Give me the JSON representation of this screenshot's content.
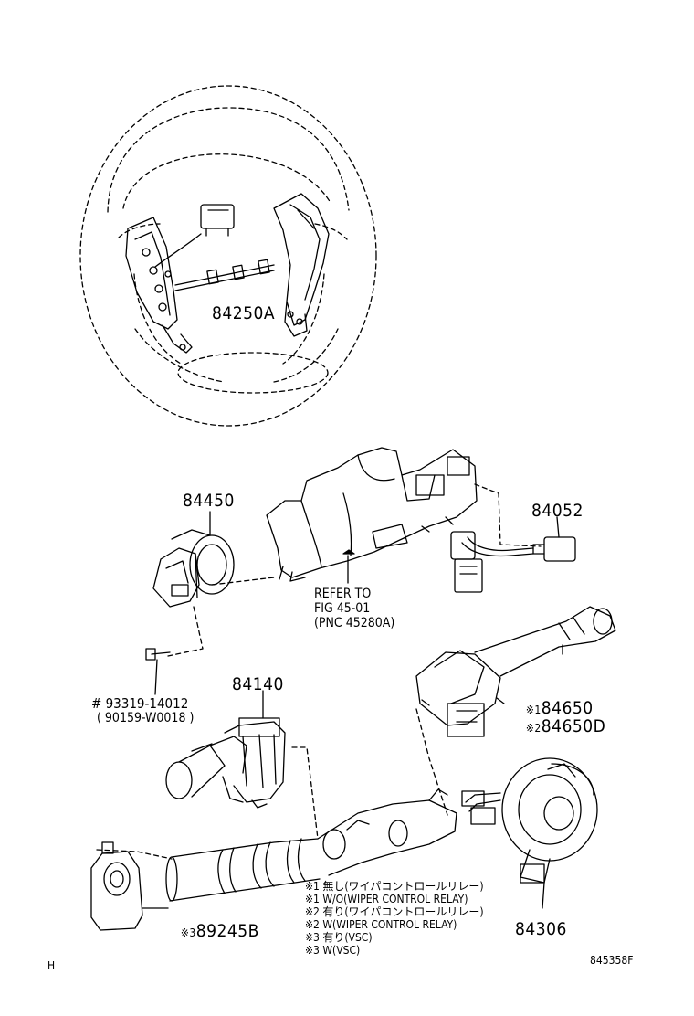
{
  "parts": {
    "wheel_switch": "84250A",
    "ignition": "84450",
    "connector": "84052",
    "combo_switch": "84140",
    "wiper_switch_1": "84650",
    "wiper_switch_2": "84650D",
    "spiral_cable": "84306",
    "steering_sensor": "89245B"
  },
  "markers": {
    "wiper_1": "※1",
    "wiper_2": "※2",
    "sensor": "※3"
  },
  "screw": {
    "line1": "# 93319-14012",
    "line2": "( 90159-W0018 )"
  },
  "refer": {
    "line1": "REFER TO",
    "line2": "FIG 45-01",
    "line3": "(PNC 45280A)"
  },
  "notes": [
    "※1 無し(ワイパコントロールリレー)",
    "※1 W/O(WIPER CONTROL RELAY)",
    "※2 有り(ワイパコントロールリレー)",
    "※2 W(WIPER CONTROL RELAY)",
    "※3 有り(VSC)",
    "※3 W(VSC)"
  ],
  "corner_left": "H",
  "figure_id": "845358F"
}
